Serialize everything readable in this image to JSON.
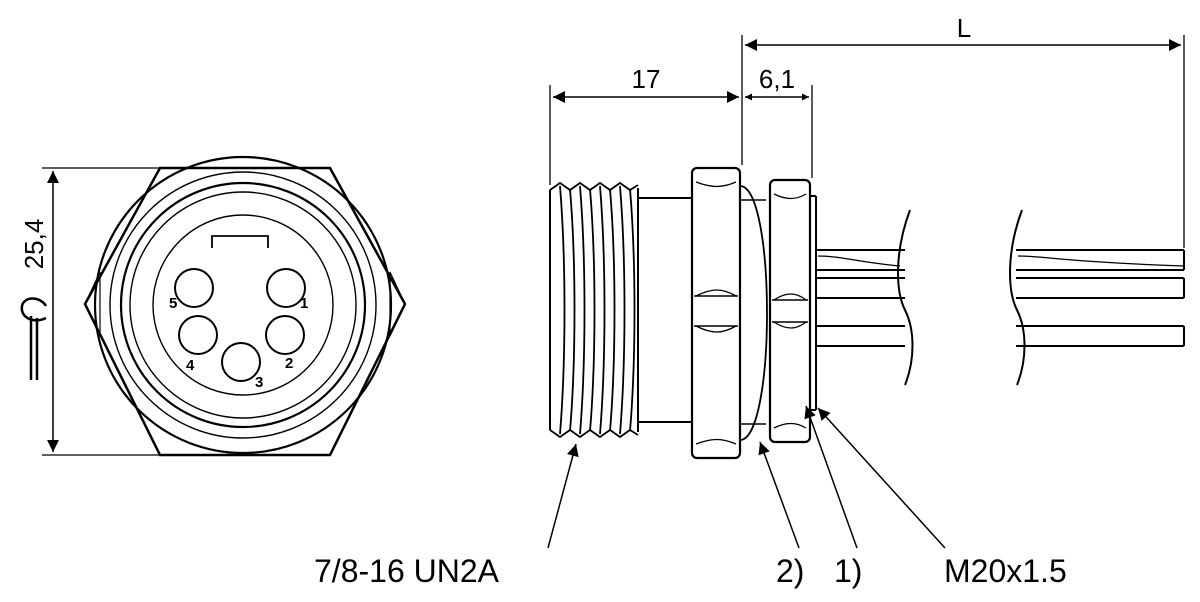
{
  "dimensions": {
    "hex_across_flats": "25,4",
    "thread_length": "17",
    "nut_width": "6,1",
    "cable_length": "L"
  },
  "pins": [
    {
      "label": "1"
    },
    {
      "label": "2"
    },
    {
      "label": "3"
    },
    {
      "label": "4"
    },
    {
      "label": "5"
    }
  ],
  "callouts": {
    "thread": "7/8-16 UN2A",
    "item_2": "2)",
    "item_1": "1)",
    "rear_thread": "M20x1.5"
  },
  "icons": {
    "wrench": "wrench-icon"
  },
  "colors": {
    "line": "#000000",
    "background": "#ffffff"
  }
}
